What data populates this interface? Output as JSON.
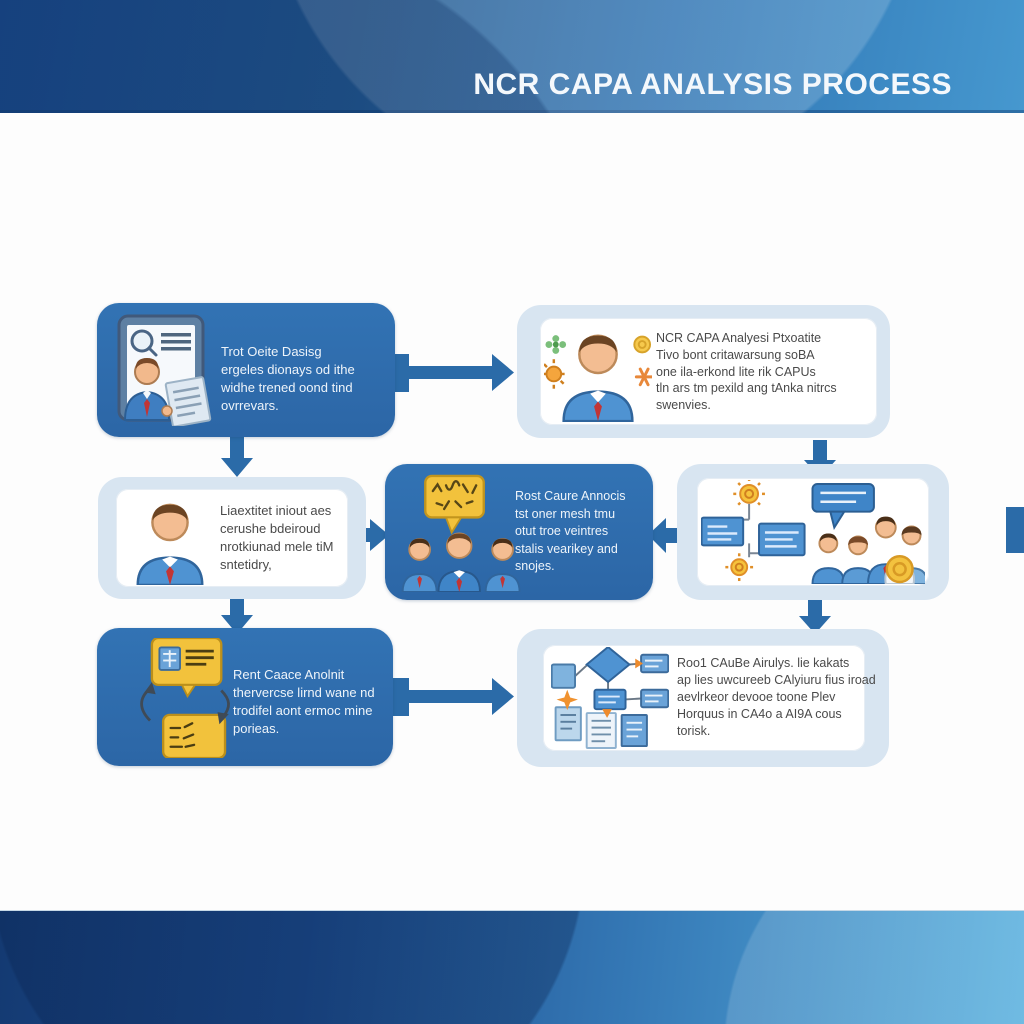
{
  "header": {
    "title": "NCR CAPA ANALYSIS PROCESS"
  },
  "colors": {
    "header_dark": "#1B4A8B",
    "header_light": "#4698CF",
    "footer_dark": "#143A72",
    "footer_light": "#58B0DE",
    "box_blue": "#2F6CAE",
    "panel_light": "#D8E5F1",
    "panel_inner": "#FFFFFF",
    "arrow_blue": "#2B6BA8",
    "accent_yellow": "#F2C23C",
    "accent_orange": "#EE8B2C",
    "accent_red": "#C23535",
    "suit_blue": "#4F93D2",
    "skin": "#F3BD92",
    "text_dark": "#4A4A4A"
  },
  "flow": {
    "steps": [
      {
        "id": "step-1",
        "style": "solid-blue",
        "icon": "tablet-search-person-icon",
        "lines": [
          "Trot Oeite Dasisg",
          "ergeles dionays od ithe",
          "widhe trened oond tind",
          "ovrrevars."
        ]
      },
      {
        "id": "step-2",
        "style": "light-panel",
        "icon": "person-gears-icon",
        "lines": [
          "NCR CAPA Analyesi Ptxoatite",
          "Tivo bont critawarsung soBA",
          "one ila-erkond lite rik CAPUs",
          "tln ars tm pexild ang tAnka nitrcs",
          "swenvies."
        ]
      },
      {
        "id": "step-3",
        "style": "light-panel",
        "icon": "person-icon",
        "lines": [
          "Liaextitet iniout aes",
          "cerushe bdeiroud",
          "nrotkiunad mele tiM",
          "sntetidry,"
        ]
      },
      {
        "id": "step-4",
        "style": "solid-blue",
        "icon": "team-speech-bubble-icon",
        "lines": [
          "Rost Caure Annocis",
          "tst oner mesh tmu",
          "otut troe veintres",
          "stalis vearikey and",
          "snojes."
        ]
      },
      {
        "id": "step-5",
        "style": "light-panel",
        "icon": "collaboration-flow-icon",
        "lines": []
      },
      {
        "id": "step-6",
        "style": "solid-blue",
        "icon": "cycle-cards-icon",
        "lines": [
          "Rent Caace Anolnit",
          "thervercse lirnd wane nd",
          "trodifel aont ermoc mine",
          "porieas."
        ]
      },
      {
        "id": "step-7",
        "style": "light-panel",
        "icon": "flowchart-diagram-icon",
        "lines": [
          "Roo1 CAuBe Airulys. lie kakats",
          "ap lies uwcureeb CAlyiuru fius iroad",
          "aevlrkeor devooe toone Plev",
          "Horquus in CA4o a AI9A cous",
          "torisk."
        ]
      }
    ],
    "arrows": [
      {
        "name": "arrow-step1-to-step2",
        "direction": "right"
      },
      {
        "name": "arrow-step1-to-step3",
        "direction": "down"
      },
      {
        "name": "arrow-step2-to-step5",
        "direction": "down"
      },
      {
        "name": "arrow-step3-to-step4",
        "direction": "right"
      },
      {
        "name": "arrow-step5-to-step4",
        "direction": "left"
      },
      {
        "name": "arrow-step3-to-step6",
        "direction": "down"
      },
      {
        "name": "arrow-step5-to-step7",
        "direction": "down"
      },
      {
        "name": "arrow-step6-to-step7",
        "direction": "right"
      },
      {
        "name": "arrow-edge-stub",
        "direction": "left"
      }
    ]
  }
}
